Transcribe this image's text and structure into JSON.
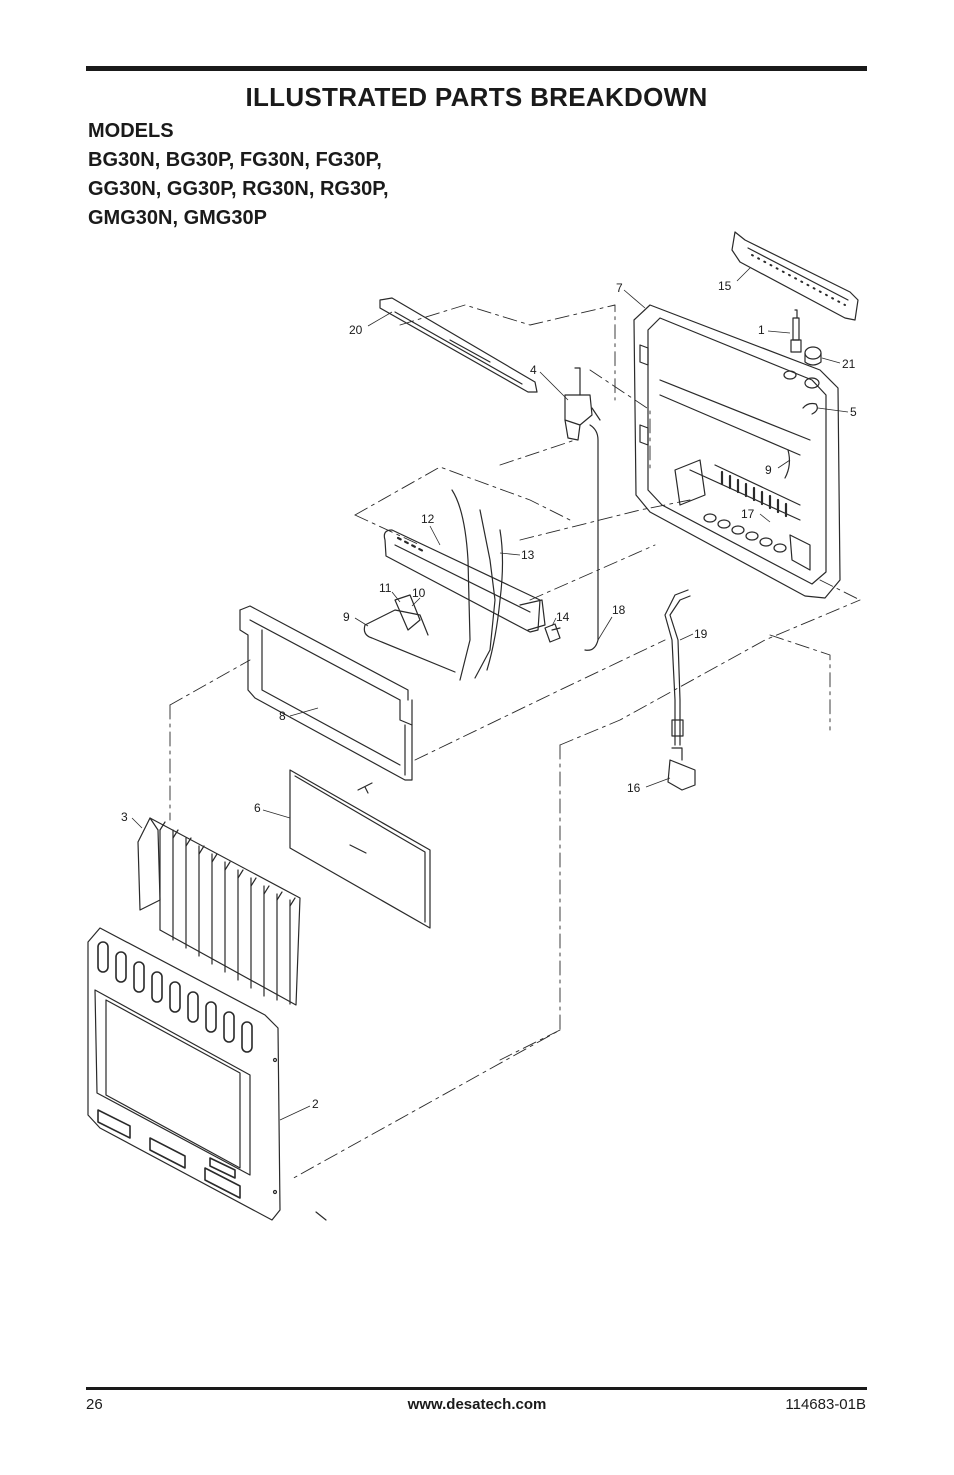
{
  "header": {
    "title": "ILLUSTRATED PARTS BREAKDOWN",
    "models_label": "MODELS",
    "models_lines": [
      "BG30N, BG30P, FG30N, FG30P,",
      "GG30N, GG30P, RG30N, RG30P,",
      "GMG30N, GMG30P"
    ]
  },
  "callouts": [
    "15",
    "7",
    "1",
    "21",
    "20",
    "4",
    "5",
    "9",
    "17",
    "12",
    "13",
    "11",
    "10",
    "9",
    "14",
    "18",
    "19",
    "8",
    "16",
    "6",
    "3",
    "2"
  ],
  "footer": {
    "page_number": "26",
    "website": "www.desatech.com",
    "document_number": "114683-01B"
  }
}
